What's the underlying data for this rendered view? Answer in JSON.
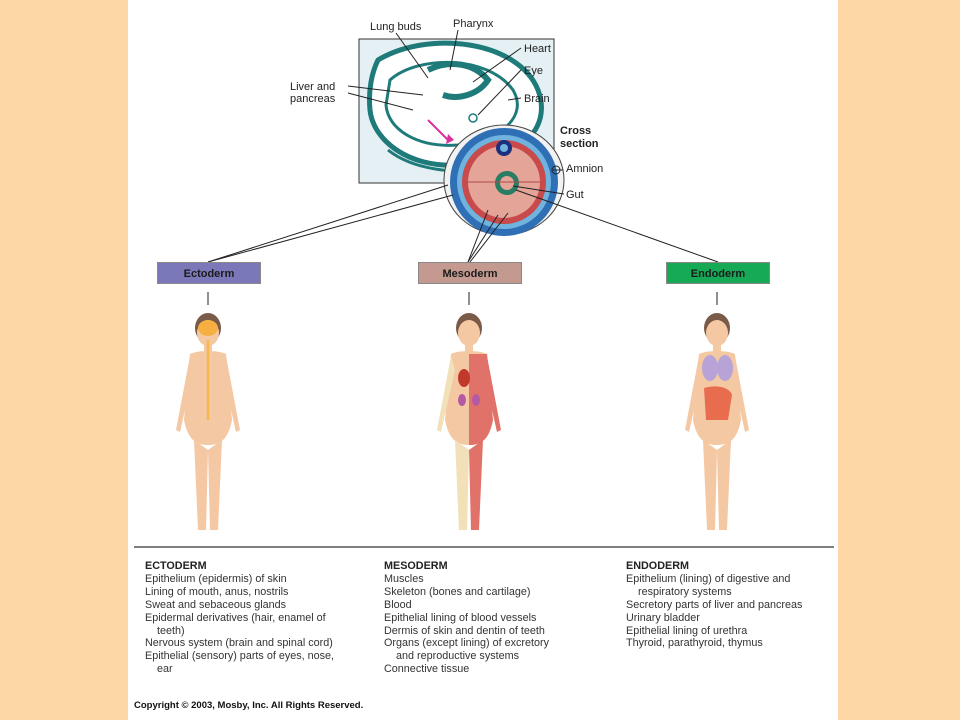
{
  "embryo": {
    "labels": {
      "lung_buds": "Lung buds",
      "pharynx": "Pharynx",
      "heart": "Heart",
      "eye": "Eye",
      "brain": "Brain",
      "liver_pancreas_1": "Liver and",
      "liver_pancreas_2": "pancreas",
      "cross_section_1": "Cross",
      "cross_section_2": "section",
      "amnion": "Amnion",
      "gut": "Gut"
    }
  },
  "layers": {
    "ectoderm": {
      "label": "Ectoderm",
      "color": "#7a78b8"
    },
    "mesoderm": {
      "label": "Mesoderm",
      "color": "#c49a90"
    },
    "endoderm": {
      "label": "Endoderm",
      "color": "#16a956"
    }
  },
  "lists": {
    "ectoderm": {
      "title": "ECTODERM",
      "items": [
        "Epithelium (epidermis) of skin",
        "Lining of mouth, anus, nostrils",
        "Sweat and sebaceous glands",
        [
          "Epidermal derivatives (hair, enamel of",
          "teeth)"
        ],
        "Nervous system (brain and spinal cord)",
        [
          "Epithelial (sensory) parts of eyes, nose,",
          "ear"
        ]
      ]
    },
    "mesoderm": {
      "title": "MESODERM",
      "items": [
        "Muscles",
        "Skeleton (bones and cartilage)",
        "Blood",
        "Epithelial lining of blood vessels",
        "Dermis of skin and dentin of teeth",
        [
          "Organs (except lining) of excretory",
          "and reproductive systems"
        ],
        "Connective tissue"
      ]
    },
    "endoderm": {
      "title": "ENDODERM",
      "items": [
        [
          "Epithelium (lining) of digestive and",
          "respiratory systems"
        ],
        "Secretory parts of liver and pancreas",
        "Urinary bladder",
        "Epithelial lining of urethra",
        "Thyroid, parathyroid, thymus"
      ]
    }
  },
  "copyright": "Copyright © 2003, Mosby, Inc. All Rights Reserved."
}
